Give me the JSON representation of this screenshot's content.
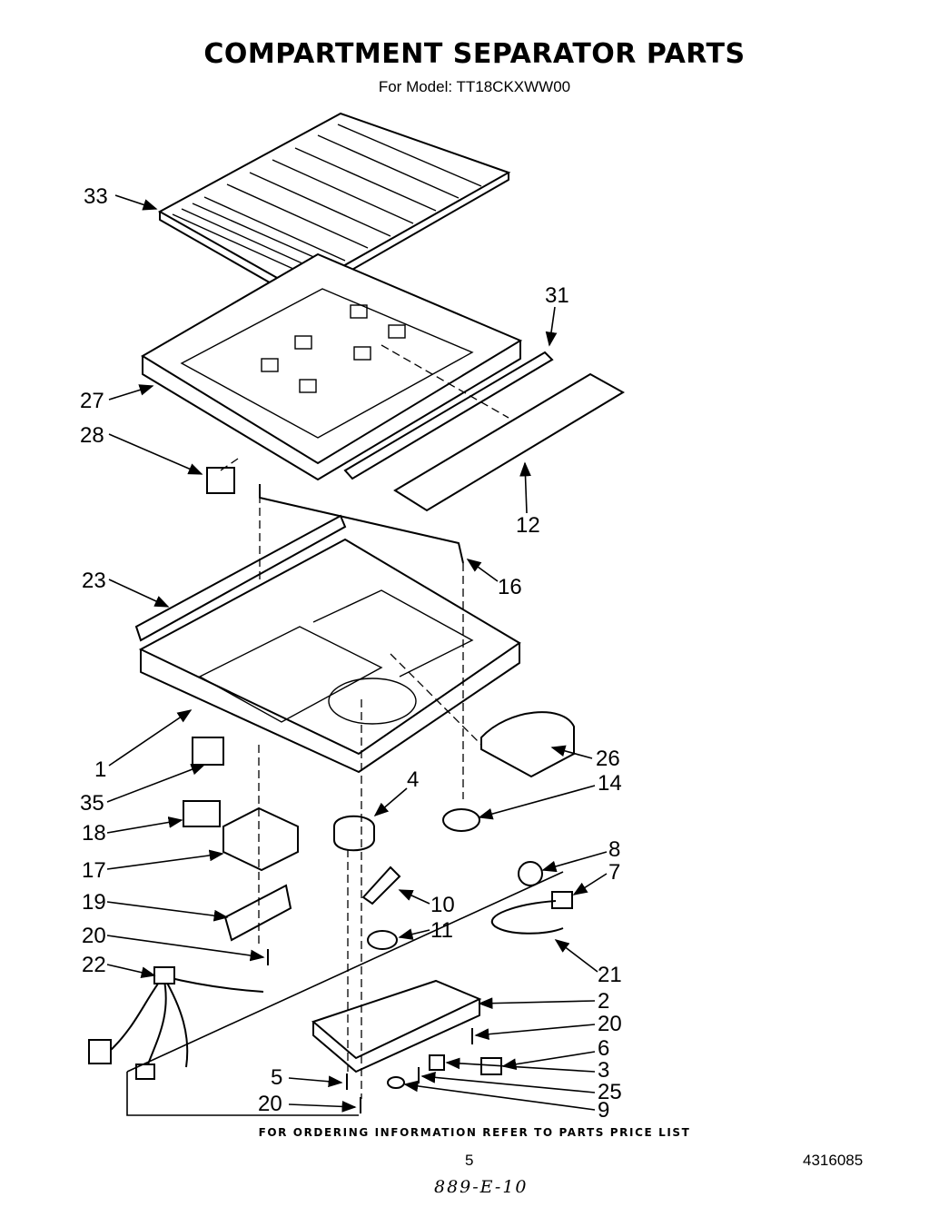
{
  "title": "COMPARTMENT SEPARATOR PARTS",
  "subtitle": "For Model: TT18CKXWW00",
  "footer_note": "FOR ORDERING INFORMATION REFER TO PARTS PRICE LIST",
  "page_number": "5",
  "document_number": "4316085",
  "handwritten_note": "889-E-10",
  "part_labels": {
    "p33": "33",
    "p31": "31",
    "p27": "27",
    "p28": "28",
    "p12": "12",
    "p23": "23",
    "p16": "16",
    "p1": "1",
    "p26": "26",
    "p35": "35",
    "p4": "4",
    "p14": "14",
    "p18": "18",
    "p17": "17",
    "p8": "8",
    "p7": "7",
    "p19": "19",
    "p10": "10",
    "p20a": "20",
    "p11": "11",
    "p22": "22",
    "p21": "21",
    "p2": "2",
    "p20b": "20",
    "p6": "6",
    "p3": "3",
    "p5": "5",
    "p25": "25",
    "p20c": "20",
    "p9": "9"
  }
}
